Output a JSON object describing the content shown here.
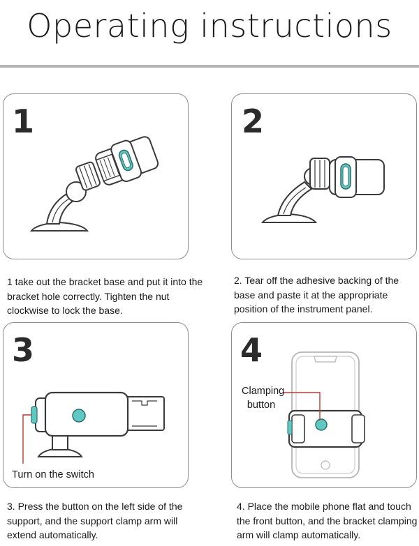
{
  "title": "Operating instructions",
  "steps": [
    {
      "number": "1",
      "caption_lines": [
        "1 take out the bracket base and put it into the",
        "bracket hole correctly. Tighten the nut",
        "clockwise to lock the base."
      ]
    },
    {
      "number": "2",
      "caption_lines": [
        "2. Tear off the adhesive backing of the",
        "base and paste it at the appropriate",
        "position of the instrument panel."
      ]
    },
    {
      "number": "3",
      "callout": "Turn on the switch",
      "caption_lines": [
        "3. Press the button on the left side of the",
        "support, and the support clamp arm will",
        "extend automatically."
      ]
    },
    {
      "number": "4",
      "callout_lines": [
        "Clamping",
        "button"
      ],
      "caption_lines": [
        "4. Place the mobile phone flat and touch",
        "the front button, and the bracket clamping",
        "arm will clamp automatically."
      ]
    }
  ],
  "colors": {
    "accent_teal": "#5fc8c3",
    "callout_red": "#c0392b",
    "rule_gray": "#b3b3b3",
    "panel_border": "#8c8c8c"
  }
}
